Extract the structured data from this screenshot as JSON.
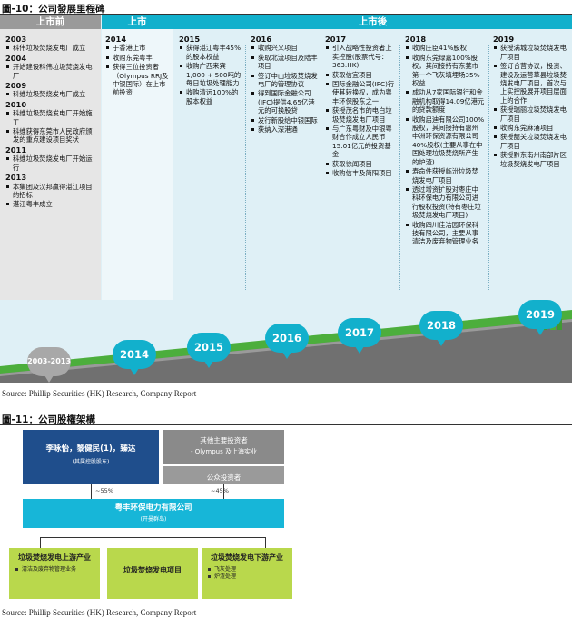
{
  "fig10": {
    "title": "圖-10：公司發展里程碑",
    "phases": {
      "pre": "上市前",
      "listing": "上市",
      "post": "上市後"
    },
    "columns": [
      {
        "groups": [
          {
            "year": "2003",
            "items": [
              "科伟垃圾焚烧发电厂成立"
            ]
          },
          {
            "year": "2004",
            "items": [
              "开始建设科伟垃圾焚烧发电厂"
            ]
          },
          {
            "year": "2009",
            "items": [
              "科维垃圾焚烧发电厂成立"
            ]
          },
          {
            "year": "2010",
            "items": [
              "科维垃圾焚烧发电厂开始施工",
              "科维获得东莞市人民政府颁发的重点建设项目奖状"
            ]
          },
          {
            "year": "2011",
            "items": [
              "科维垃圾焚烧发电厂开始运行"
            ]
          },
          {
            "year": "2013",
            "items": [
              "本集团及汉邦赢得湛江项目的招标",
              "湛江粤丰成立"
            ]
          }
        ]
      },
      {
        "groups": [
          {
            "year": "2014",
            "items": [
              "于香港上市",
              "收购东莞粤丰",
              "获得三位投资者（Olympus RRJ及中银国际）在上市前投资"
            ]
          }
        ]
      },
      {
        "groups": [
          {
            "year": "2015",
            "items": [
              "获得湛江粤丰45%的股本权益",
              "收购广西来宾1,000 + 500吨的每日垃圾处理能力",
              "收购清远100%的股本权益"
            ]
          }
        ]
      },
      {
        "groups": [
          {
            "year": "2016",
            "items": [
              "收购兴义项目",
              "获取北流项目及陆丰项目",
              "签订中山垃圾焚烧发电厂的管理协议",
              "得到国际金融公司(IFC)提供4.65亿港元的可换股贷",
              "发行新股给中银国际",
              "获纳入深港通"
            ]
          }
        ]
      },
      {
        "groups": [
          {
            "year": "2017",
            "items": [
              "引入战略性投资者上实控股(股票代号：363.HK)",
              "获取信宜项目",
              "国际金融公司(IFC)行使其转换权，成为粤丰环保股东之一",
              "获授茂名市的电白垃圾焚烧发电厂项目",
              "与广东粤财及中银粤财合作成立人民币15.01亿元的投资基金",
              "获取徐闻项目",
              "收购信丰及简阳项目"
            ]
          }
        ]
      },
      {
        "groups": [
          {
            "year": "2018",
            "items": [
              "收购庄臣41%股权",
              "收购东莞绿嘉100%股权，其间接持有东莞市第一个飞灰填埋场35%权益",
              "成功从7家国际银行和金融机构取得14.09亿港元的贷款额度",
              "收购启迪有限公司100%股权，其间接持有惠州中洲环保资源有限公司40%股权(主要从事在中国处理垃圾焚烧所产生的炉渣)",
              "寿命件获授临汾垃圾焚烧发电厂项目",
              "透过增资扩股对枣庄中科环保电力有限公司进行股权投资(持有枣庄垃圾焚烧发电厂项目)",
              "收购四川佳洁园环保科技有限公司，主要从事清洁及废弃物管理业务"
            ]
          }
        ]
      },
      {
        "groups": [
          {
            "year": "2019",
            "items": [
              "获授满城垃圾焚烧发电厂项目",
              "签订合营协议，投资、建设及运营草县垃圾焚烧发电厂项目，首次与上实控股展开项目层面上的合作",
              "获授瑞丽垃圾焚烧发电厂项目",
              "收购东莞麻涌项目",
              "获授韶关垃圾焚烧发电厂项目",
              "获授黔东南州南部片区垃圾焚烧发电厂项目"
            ]
          }
        ]
      }
    ],
    "badges": [
      "2003-2013",
      "2014",
      "2015",
      "2016",
      "2017",
      "2018",
      "2019"
    ],
    "source": "Source: Phillip Securities (HK) Research, Company Report",
    "colors": {
      "phase_pre": "#9a9a9a",
      "phase_main": "#12b0cc",
      "badge": "#12b0cc",
      "badge_old": "#a8a8a8",
      "road": "#707070",
      "grass": "#4cae3c"
    }
  },
  "fig11": {
    "title": "圖-11：公司股權架構",
    "founders": {
      "name": "李咏怡，黎健民(1)，臻达",
      "sub": "(其属控股股东)"
    },
    "others": {
      "name": "其他主要投资者",
      "detail": "- Olympus 及上海实业",
      "public": "公众投资者"
    },
    "pct_left": "~55%",
    "pct_right": "~45%",
    "company": {
      "name": "粤丰环保电力有限公司",
      "sub": "(开曼群岛)"
    },
    "segments": [
      {
        "name": "垃圾焚烧发电上游产业",
        "items": [
          "清洁及废弃物管理业务"
        ]
      },
      {
        "name": "垃圾焚烧发电项目",
        "items": []
      },
      {
        "name": "垃圾焚烧发电下游产业",
        "items": [
          "飞灰处理",
          "炉渣处理"
        ]
      }
    ],
    "source": "Source: Phillip Securities (HK) Research, Company Report",
    "colors": {
      "founders": "#1f4e8c",
      "others": "#8a8a8a",
      "company": "#17b6d8",
      "segment": "#b9d84c"
    }
  }
}
